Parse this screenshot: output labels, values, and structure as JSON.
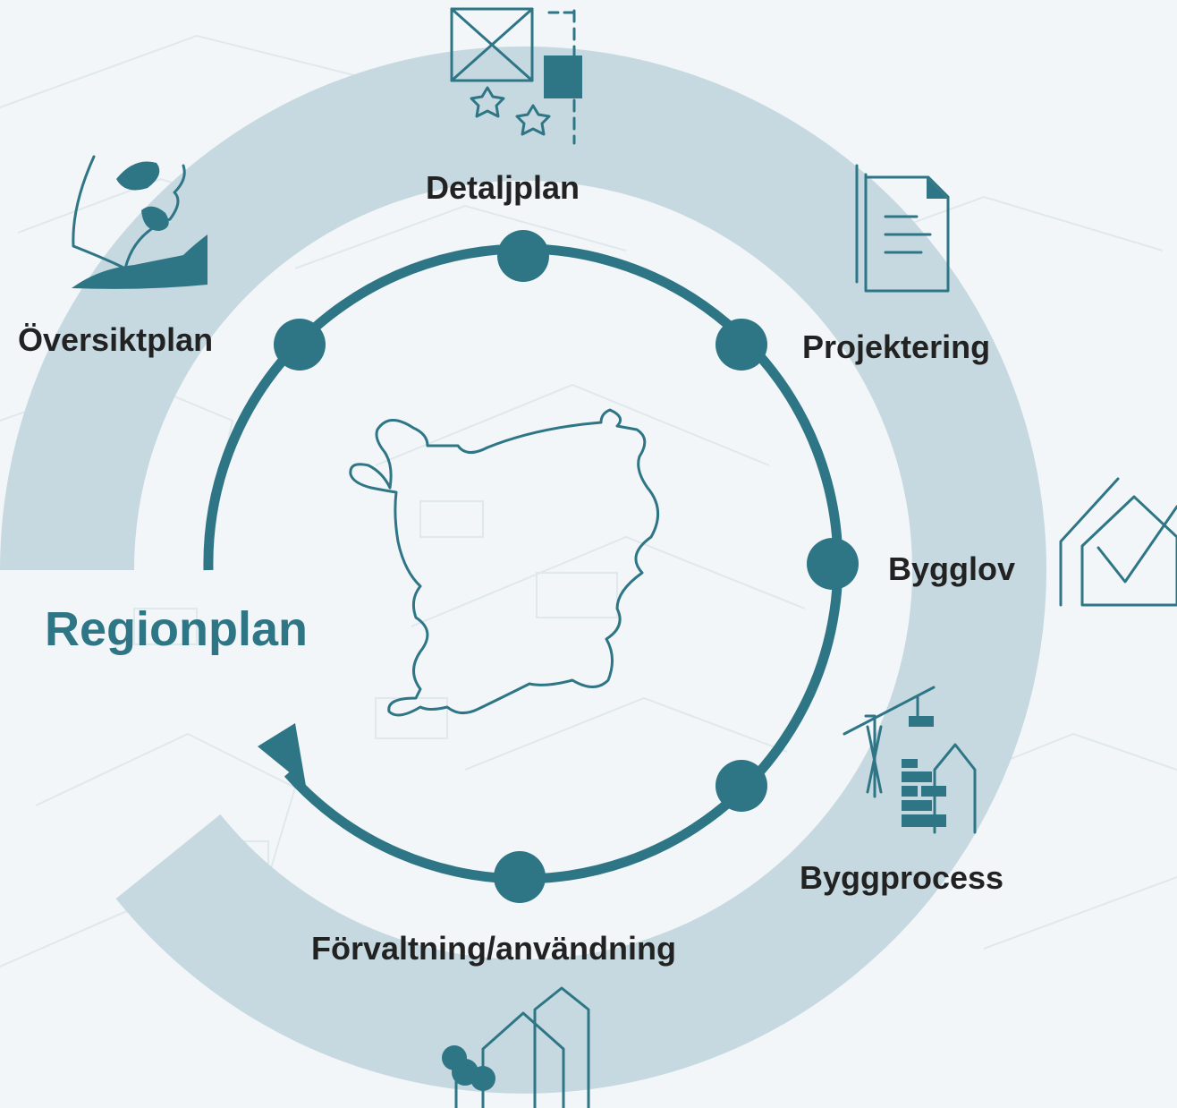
{
  "colors": {
    "accent": "#2e7686",
    "band": "#c6d9e0",
    "background": "#f2f6f8",
    "label": "#222222"
  },
  "diagram": {
    "center_title": "Regionplan",
    "stages": [
      {
        "id": "oversiktplan",
        "label": "Översiktplan",
        "icon": "landscape-icon"
      },
      {
        "id": "detaljplan",
        "label": "Detaljplan",
        "icon": "site-plan-icon"
      },
      {
        "id": "projektering",
        "label": "Projektering",
        "icon": "document-icon"
      },
      {
        "id": "bygglov",
        "label": "Bygglov",
        "icon": "house-check-icon"
      },
      {
        "id": "byggprocess",
        "label": "Byggprocess",
        "icon": "construction-crane-icon"
      },
      {
        "id": "forvaltning",
        "label": "Förvaltning/användning",
        "icon": "houses-trees-icon"
      }
    ],
    "center_icon": "region-map-outline-icon",
    "cycle_direction": "clockwise"
  }
}
